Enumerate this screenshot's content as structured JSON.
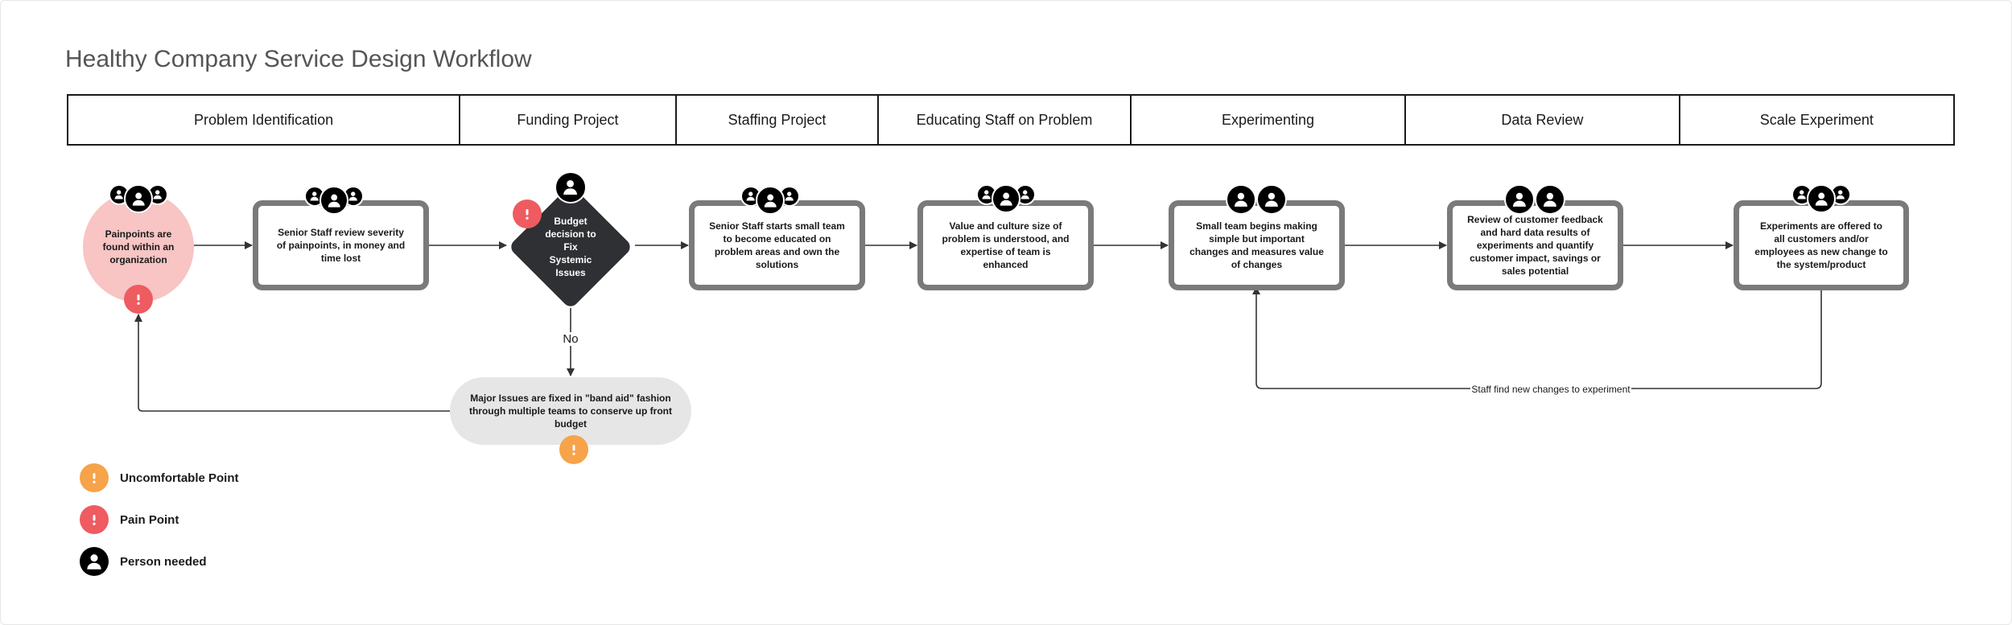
{
  "title": "Healthy Company Service Design Workflow",
  "stages": [
    "Problem Identification",
    "Funding Project",
    "Staffing Project",
    "Educating Staff on Problem",
    "Experimenting",
    "Data Review",
    "Scale Experiment"
  ],
  "nodes": {
    "painpoints": "Painpoints are found within an organization",
    "senior_review": "Senior Staff review severity of painpoints, in money and time lost",
    "budget_decision": "Budget decision to Fix Systemic Issues",
    "band_aid": "Major Issues are fixed in \"band aid\" fashion through multiple teams to conserve up front budget",
    "small_team": "Senior Staff starts small team to become educated on problem areas and own the solutions",
    "value_culture": "Value and culture size of problem is understood, and expertise of team is enhanced",
    "experimenting": "Small team begins making simple but important changes and measures value of changes",
    "data_review": "Review of customer feedback and hard data results of experiments and quantify customer impact, savings or sales potential",
    "scale": "Experiments are offered to all customers and/or employees as new change to the system/product"
  },
  "edge_labels": {
    "no": "No",
    "loop": "Staff find new changes to experiment"
  },
  "legend": {
    "uncomfortable": "Uncomfortable Point",
    "pain": "Pain Point",
    "person": "Person needed"
  },
  "icons": {
    "person": "person-icon",
    "alert": "exclamation-icon"
  },
  "colors": {
    "uncomfortable": "#f6a34a",
    "pain": "#ee5b60",
    "person": "#000000",
    "painpoint_fill": "#f8c4c4",
    "decision_fill": "#2f3033",
    "step_border": "#7a7a7a",
    "pill_fill": "#e6e6e6"
  }
}
